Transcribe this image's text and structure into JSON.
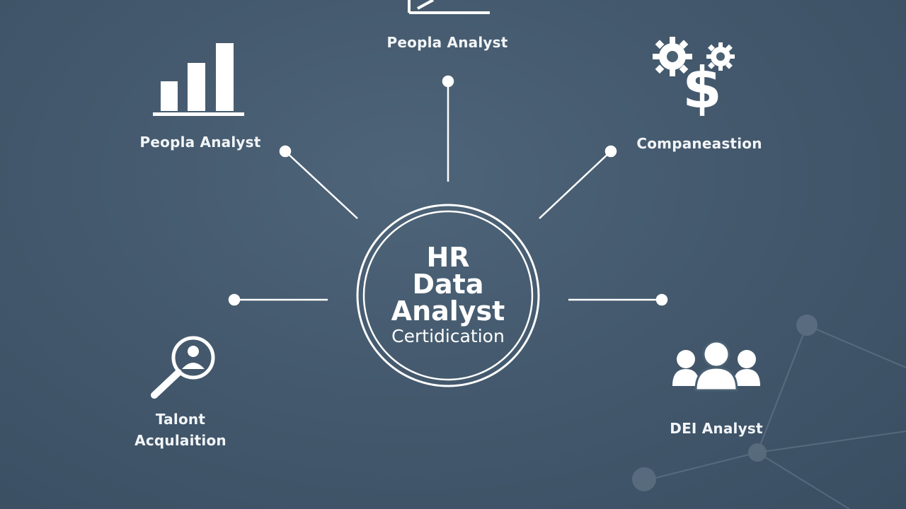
{
  "center": {
    "line1": "HR",
    "line2": "Data",
    "line3": "Analyst",
    "line4": "Certidication"
  },
  "nodes": {
    "top": {
      "label": "Peopla Analyst",
      "icon": "line-chart-icon"
    },
    "top_left": {
      "label": "Peopla Analyst",
      "icon": "bar-chart-icon"
    },
    "top_right": {
      "label": "Companeastion",
      "icon": "gears-dollar-icon"
    },
    "bottom_left": {
      "label_line1": "Talont",
      "label_line2": "Acqulaition",
      "icon": "magnifier-person-icon"
    },
    "bottom_right": {
      "label": "DEI Analyst",
      "icon": "people-group-icon"
    }
  },
  "colors": {
    "background": "#44596d",
    "foreground": "#ffffff"
  }
}
